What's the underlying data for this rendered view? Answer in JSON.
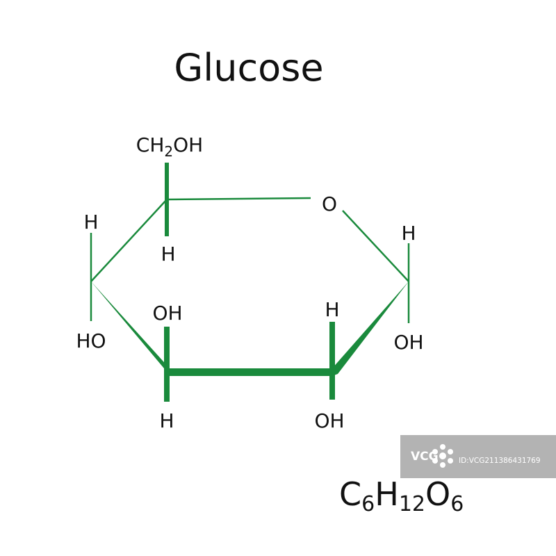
{
  "title": "Glucose",
  "colors": {
    "bond": "#1a8a3c",
    "text": "#111111",
    "watermark_bg": "#9a9a9a"
  },
  "molecule": {
    "substituents": {
      "c5_top": "CH",
      "c5_top_sub": "2",
      "c5_top_tail": "OH",
      "c5_bottom": "H",
      "ring_oxygen": "O",
      "c1_top": "H",
      "c1_bottom": "OH",
      "c4_top": "H",
      "c4_bottom": "HO",
      "c3_top": "OH",
      "c3_bottom": "H",
      "c2_top": "H",
      "c2_bottom": "OH"
    }
  },
  "formula": {
    "parts": [
      {
        "text": "C",
        "sub": "6"
      },
      {
        "text": "H",
        "sub": "12"
      },
      {
        "text": "O",
        "sub": "6"
      }
    ]
  },
  "watermark": {
    "logo": "VCG",
    "id_text": "ID:VCG211386431769"
  }
}
